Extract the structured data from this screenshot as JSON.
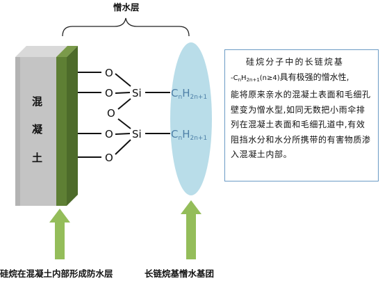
{
  "labels": {
    "top": "憎水层",
    "concrete": [
      "混",
      "凝",
      "土"
    ],
    "O": "O",
    "Si": "Si",
    "alkyl_C": "C",
    "alkyl_n": "n",
    "alkyl_H": "H",
    "alkyl_sub": "2n+1",
    "bottom_left": "硅烷在混凝土内部形成防水层",
    "bottom_right": "长链烷基憎水基团"
  },
  "info": {
    "line1": "硅烷分子中的长链烷基",
    "formula_pre": "-C",
    "formula_n": "n",
    "formula_H": "H",
    "formula_sub": "2n+1",
    "formula_cond": "(n≥4)",
    "formula_post": "具有极强的憎水性,",
    "rest": "能将原来亲水的混凝土表面和毛细孔壁变为憎水型,如同无数把小雨伞排列在混凝土表面和毛细孔道中,有效阻挡水分和水分所携带的有害物质渗入混凝土内部。"
  },
  "colors": {
    "concrete": "#c4c4c4",
    "green_layer": "#5e7f34",
    "ellipse": "#b9dde9",
    "arrow": "#94bd5a",
    "formula_text": "#4d7fa7",
    "box_border": "#6a9ac4"
  }
}
